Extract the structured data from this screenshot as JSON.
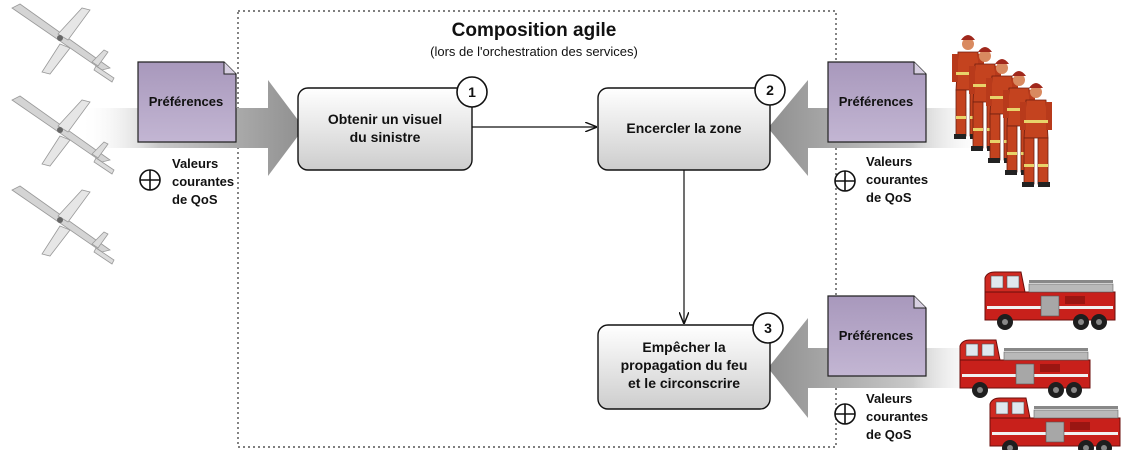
{
  "composition": {
    "title": "Composition agile",
    "subtitle": "(lors de l'orchestration des services)"
  },
  "services": [
    {
      "number": "1",
      "lines": [
        "Obtenir un visuel",
        "du sinistre"
      ]
    },
    {
      "number": "2",
      "lines": [
        "Encercler la zone"
      ]
    },
    {
      "number": "3",
      "lines": [
        "Empêcher la",
        "propagation du feu",
        "et le circonscrire"
      ]
    }
  ],
  "preferences_label": "Préférences",
  "qos_lines": [
    "Valeurs",
    "courantes",
    "de QoS"
  ],
  "actor_icons": [
    "drone-icon",
    "firefighter-icon",
    "fire-truck-icon"
  ],
  "colors": {
    "preferences_fill": "#b3a4c6",
    "service_box_top": "#ffffff",
    "service_box_bottom": "#cfcfcf",
    "arrow_gray": "#9a9a9a",
    "truck_red": "#c8201b"
  }
}
